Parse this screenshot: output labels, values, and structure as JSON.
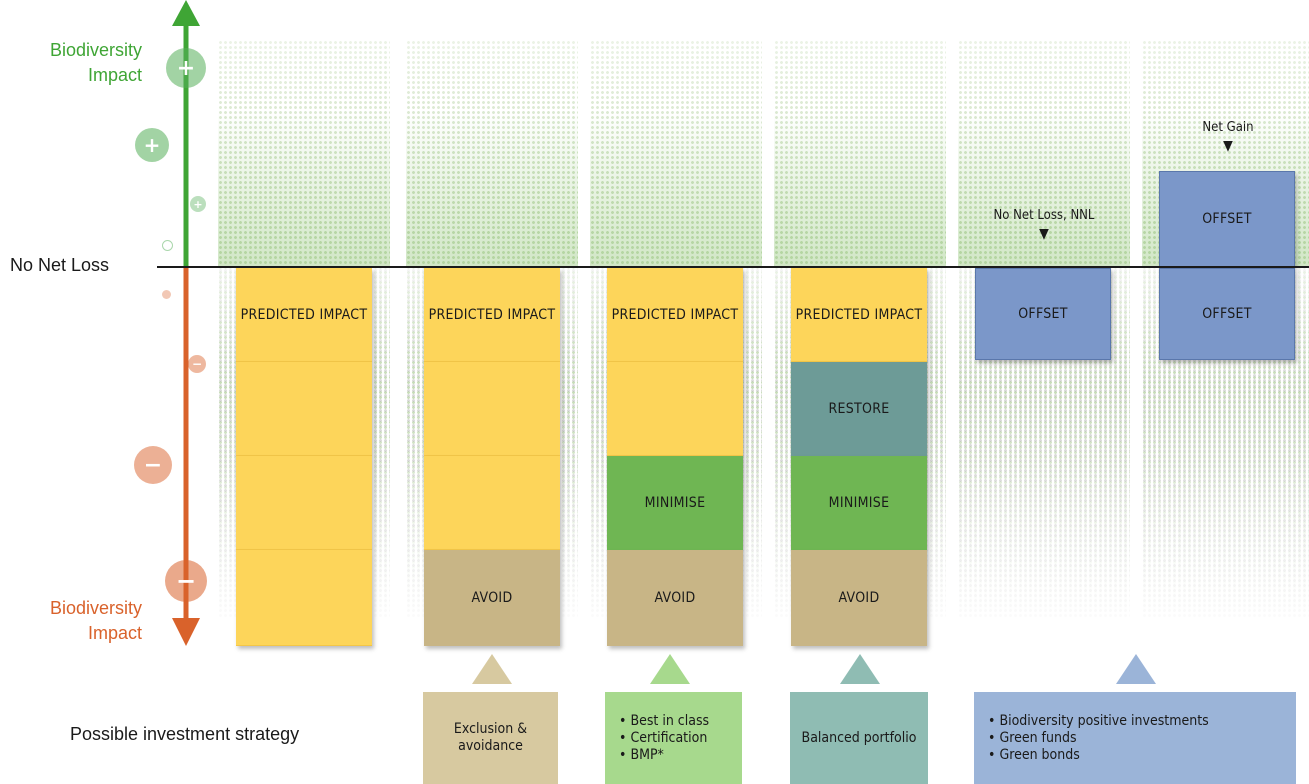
{
  "axis": {
    "top_label": "Biodiversity Impact",
    "bottom_label": "Biodiversity Impact",
    "baseline_label": "No Net Loss",
    "plus_symbol": "+",
    "minus_symbol": "−"
  },
  "columns": [
    {
      "blocks": {
        "predicted": "PREDICTED IMPACT"
      }
    },
    {
      "blocks": {
        "predicted": "PREDICTED IMPACT",
        "avoid": "AVOID"
      }
    },
    {
      "blocks": {
        "predicted": "PREDICTED IMPACT",
        "minimise": "MINIMISE",
        "avoid": "AVOID"
      }
    },
    {
      "blocks": {
        "predicted": "PREDICTED IMPACT",
        "restore": "RESTORE",
        "minimise": "MINIMISE",
        "avoid": "AVOID"
      }
    },
    {
      "marker": "No Net Loss, NNL",
      "blocks": {
        "offset_below": "OFFSET"
      }
    },
    {
      "marker": "Net Gain",
      "blocks": {
        "offset_above": "OFFSET",
        "offset_below": "OFFSET"
      }
    }
  ],
  "marker_arrow": "▼",
  "strategy": {
    "title": "Possible investment strategy",
    "exclusion": "Exclusion & avoidance",
    "best_in_class": [
      "Best in class",
      "Certification",
      "BMP*"
    ],
    "balanced": "Balanced portfolio",
    "positive": [
      "Biodiversity positive investments",
      "Green funds",
      "Green bonds"
    ]
  },
  "colors": {
    "green_axis": "#3fa535",
    "orange_axis": "#d9622b",
    "predicted": "#fdd55a",
    "avoid": "#c8b586",
    "minimise": "#6fb653",
    "restore": "#6d9b97",
    "offset": "#7b97c9"
  }
}
